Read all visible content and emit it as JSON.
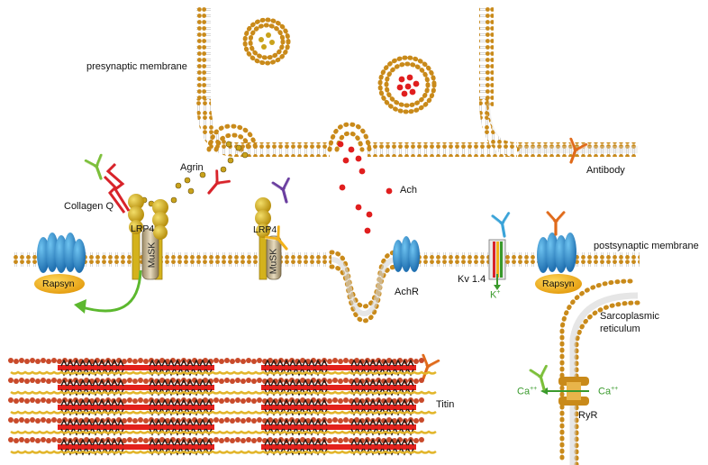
{
  "labels": {
    "presynaptic": "presynaptic membrane",
    "postsynaptic": "postsynaptic membrane",
    "agrin": "Agrin",
    "collagen_q": "Collagen Q",
    "lrp4_left": "LRP4",
    "lrp4_right": "LRP4",
    "musk_left": "MuSK",
    "musk_right": "MuSK",
    "ach": "Ach",
    "achr": "AchR",
    "antibody": "Antibody",
    "kv": "Kv 1.4",
    "k_ion": "K",
    "k_sup": "+",
    "rapsyn_left": "Rapsyn",
    "rapsyn_right": "Rapsyn",
    "sarcoplasmic_1": "Sarcoplasmic",
    "sarcoplasmic_2": "reticulum",
    "ca_left": "Ca",
    "ca_left_sup": "++",
    "ca_right": "Ca",
    "ca_right_sup": "++",
    "ryr": "RyR",
    "titin": "Titin"
  },
  "colors": {
    "membrane_head": "#c98a1a",
    "membrane_tail": "#d9d9d9",
    "ach": "#e01e1e",
    "agrin": "#c9a21b",
    "lrp4": "#d4b21c",
    "musk": "#c8b48c",
    "achr": "#2f86c9",
    "rapsyn": "#f2b21a",
    "titin": "#e2b52a",
    "actin": "#c94a2a",
    "myosin": "#e3211c",
    "arrow_green": "#5cb82e",
    "ion_green": "#3a9a2c",
    "antibody_orange": "#e06a1a",
    "antibody_green": "#7cbf3a",
    "antibody_red": "#d8232a",
    "antibody_purple": "#6b3fa0",
    "antibody_blue": "#3aa3d8"
  },
  "icons": [
    "antibody-icon",
    "vesicle-icon",
    "achr-channel-icon",
    "rapsyn-icon",
    "kv-channel-icon",
    "ryr-channel-icon"
  ]
}
